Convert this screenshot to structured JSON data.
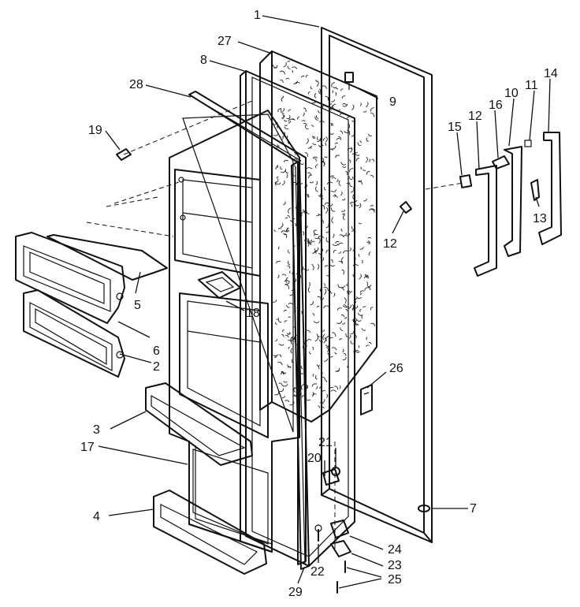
{
  "callouts": [
    {
      "id": "c1",
      "label": "1"
    },
    {
      "id": "c27",
      "label": "27"
    },
    {
      "id": "c8",
      "label": "8"
    },
    {
      "id": "c28",
      "label": "28"
    },
    {
      "id": "c9",
      "label": "9"
    },
    {
      "id": "c19",
      "label": "19"
    },
    {
      "id": "c14",
      "label": "14"
    },
    {
      "id": "c11",
      "label": "11"
    },
    {
      "id": "c10",
      "label": "10"
    },
    {
      "id": "c16",
      "label": "16"
    },
    {
      "id": "c12a",
      "label": "12"
    },
    {
      "id": "c15",
      "label": "15"
    },
    {
      "id": "c12b",
      "label": "12"
    },
    {
      "id": "c13",
      "label": "13"
    },
    {
      "id": "c5",
      "label": "5"
    },
    {
      "id": "c18",
      "label": "18"
    },
    {
      "id": "c6",
      "label": "6"
    },
    {
      "id": "c2",
      "label": "2"
    },
    {
      "id": "c26",
      "label": "26"
    },
    {
      "id": "c3",
      "label": "3"
    },
    {
      "id": "c17",
      "label": "17"
    },
    {
      "id": "c21",
      "label": "21"
    },
    {
      "id": "c20",
      "label": "20"
    },
    {
      "id": "c7",
      "label": "7"
    },
    {
      "id": "c4",
      "label": "4"
    },
    {
      "id": "c24",
      "label": "24"
    },
    {
      "id": "c23",
      "label": "23"
    },
    {
      "id": "c22",
      "label": "22"
    },
    {
      "id": "c25",
      "label": "25"
    },
    {
      "id": "c29",
      "label": "29"
    }
  ]
}
